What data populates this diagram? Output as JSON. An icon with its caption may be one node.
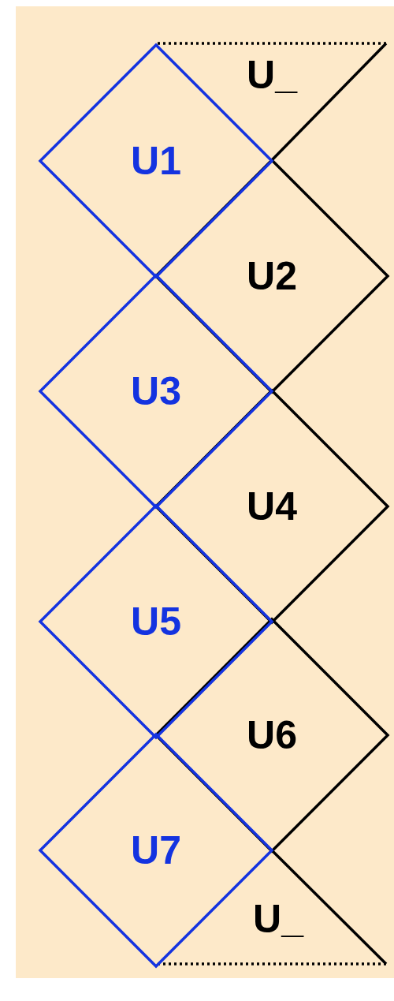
{
  "diagram": {
    "nodes": [
      {
        "text": [
          "U_"
        ]
      },
      {
        "text": [
          "U1"
        ]
      },
      {
        "text": [
          "U2"
        ]
      },
      {
        "text": [
          "U3"
        ]
      },
      {
        "text": [
          "U4"
        ]
      },
      {
        "text": [
          "U5"
        ]
      },
      {
        "text": [
          "U6"
        ]
      },
      {
        "text": [
          "U7"
        ]
      },
      {
        "text": [
          "U_"
        ]
      }
    ]
  }
}
